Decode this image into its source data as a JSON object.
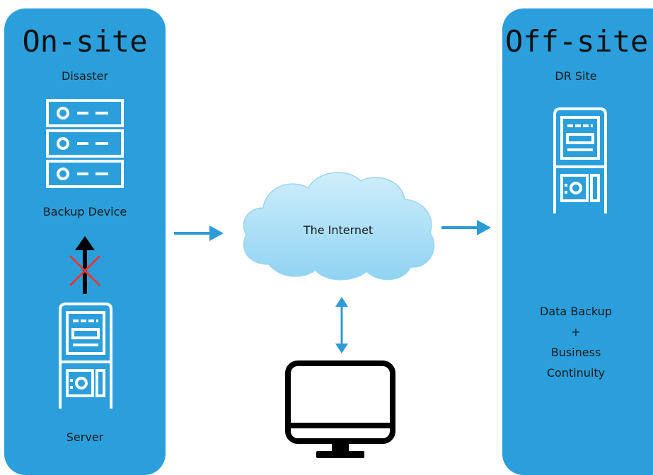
{
  "on_site": {
    "title": "On-site",
    "disaster_label": "Disaster",
    "backup_device_label": "Backup Device",
    "server_label": "Server",
    "rack_icon": "server-rack-icon",
    "tower_icon": "server-tower-icon",
    "blocked_icon": "blocked-x-icon"
  },
  "internet": {
    "label": "The Internet",
    "cloud_icon": "cloud-icon",
    "computer_icon": "monitor-icon"
  },
  "off_site": {
    "title": "Off-site",
    "dr_label": "DR Site",
    "line1": "Data Backup",
    "line2": "+",
    "line3": "Business",
    "line4": "Continuity",
    "tower_icon": "server-tower-icon"
  },
  "colors": {
    "panel": "#2b9fdb",
    "arrow": "#2e9bd6",
    "icon_stroke": "#ffffff",
    "blocked_x": "#e53935"
  }
}
